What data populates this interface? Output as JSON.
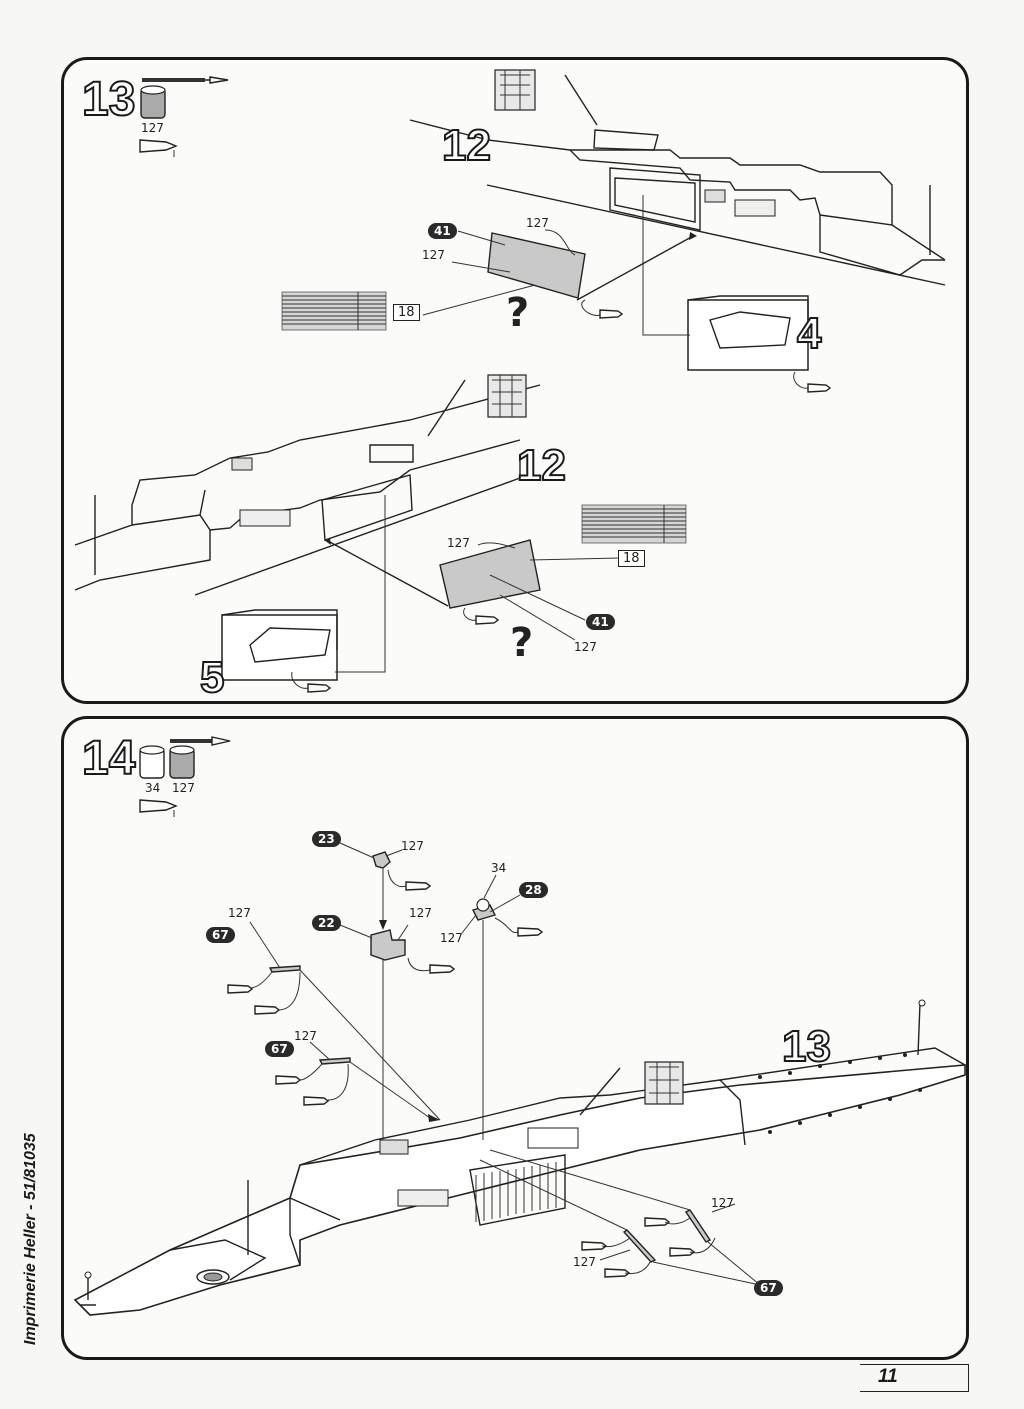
{
  "step13": {
    "number": "13",
    "paint_code": "127",
    "refs": {
      "r12a": "12",
      "r12b": "12",
      "r4": "4",
      "r5": "5"
    },
    "callouts": {
      "c127a": "127",
      "c127b": "127",
      "c127c": "127",
      "c127d": "127"
    },
    "parts": {
      "p41a": "41",
      "p41b": "41",
      "p18a": "18",
      "p18b": "18"
    },
    "question": "?"
  },
  "step14": {
    "number": "14",
    "paint_codes": [
      "34",
      "127"
    ],
    "ref13": "13",
    "parts": {
      "p23": "23",
      "p22": "22",
      "p28": "28",
      "p67a": "67",
      "p67b": "67",
      "p67c": "67"
    },
    "callouts": {
      "c127_23": "127",
      "c127_22": "127",
      "c34": "34",
      "c127_28": "127",
      "c127_67a": "127",
      "c127_67b": "127",
      "c127_r1": "127",
      "c127_r2": "127"
    }
  },
  "footer": {
    "printer": "Imprimerie Heller - 51/81035",
    "page_number": "11"
  },
  "icons": [
    "paintbrush-icon",
    "paint-pot-icon",
    "glue-tube-icon"
  ]
}
